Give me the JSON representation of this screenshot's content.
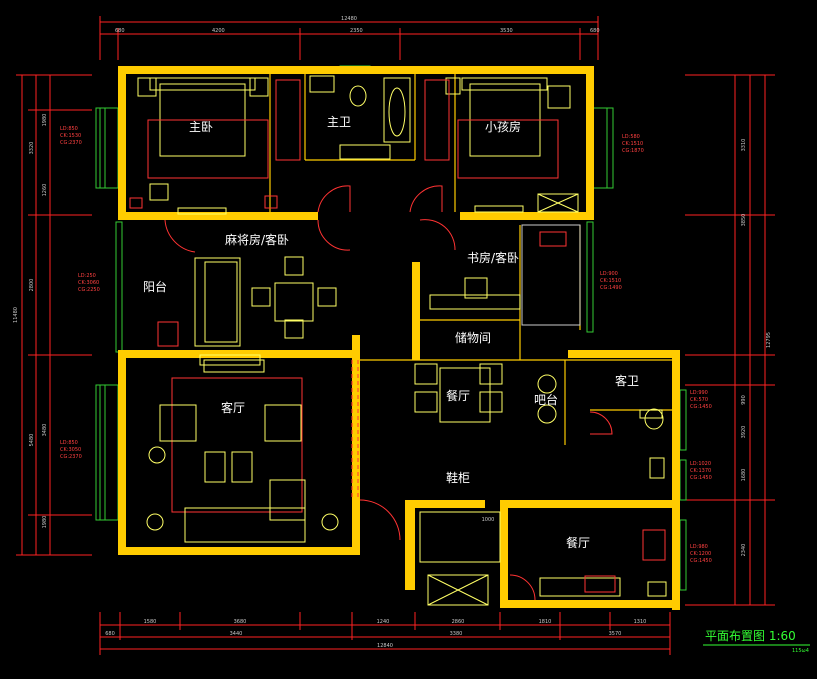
{
  "title": {
    "text": "平面布置图 1:60",
    "scale_note": "115ω4"
  },
  "colors": {
    "background": "#000000",
    "wall": "#ffcc00",
    "furniture": "#ffff66",
    "door": "#ff3333",
    "dimension": "#ff2222",
    "window": "#33cc33",
    "text": "#ffffff",
    "title": "#33ff33"
  },
  "rooms": [
    {
      "id": "master-bedroom",
      "label": "主卧"
    },
    {
      "id": "master-bath",
      "label": "主卫"
    },
    {
      "id": "kids-room",
      "label": "小孩房"
    },
    {
      "id": "mahjong-room",
      "label": "麻将房/客卧"
    },
    {
      "id": "study",
      "label": "书房/客卧"
    },
    {
      "id": "balcony-west",
      "label": "阳台"
    },
    {
      "id": "storage",
      "label": "储物间"
    },
    {
      "id": "dining",
      "label": "餐厅"
    },
    {
      "id": "bar",
      "label": "吧台"
    },
    {
      "id": "guest-bath",
      "label": "客卫"
    },
    {
      "id": "living",
      "label": "客厅"
    },
    {
      "id": "shoe-cabinet",
      "label": "鞋柜"
    },
    {
      "id": "kitchen",
      "label": "餐厅"
    }
  ],
  "top_dims": {
    "overall": "12480",
    "segments": [
      "680",
      "4200",
      "2350",
      "3530",
      "680"
    ]
  },
  "bottom_dims": {
    "row1": [
      "1580",
      "3680",
      "1240",
      "2860",
      "1810",
      "1310"
    ],
    "row2": [
      "680",
      "3440",
      "3380",
      "3570"
    ],
    "overall": "12840"
  },
  "left_dims": {
    "overall": "11480",
    "rows": [
      "1980",
      "3320",
      "1260",
      "2800",
      "3480",
      "5480",
      "1980"
    ]
  },
  "right_dims": {
    "overall": "12795",
    "rows": [
      "3310",
      "3850",
      "990",
      "3920",
      "1680",
      "2340"
    ]
  },
  "window_notes": {
    "master": [
      "LD:850",
      "CK:1530",
      "CG:2370"
    ],
    "kids": [
      "LD:580",
      "CK:1510",
      "CG:1870"
    ],
    "balcony": [
      "LD:250",
      "CK:3060",
      "CG:2250"
    ],
    "study": [
      "LD:900",
      "CK:1510",
      "CG:1490"
    ],
    "living": [
      "LD:850",
      "CK:3050",
      "CG:2370"
    ],
    "guest_bath1": [
      "LD:990",
      "CK:570",
      "CG:1450"
    ],
    "guest_bath2": [
      "LD:1020",
      "CK:1370",
      "CG:1450"
    ],
    "kitchen": [
      "LD:980",
      "CK:1200",
      "CG:1450"
    ]
  },
  "entry_dim": "1000"
}
